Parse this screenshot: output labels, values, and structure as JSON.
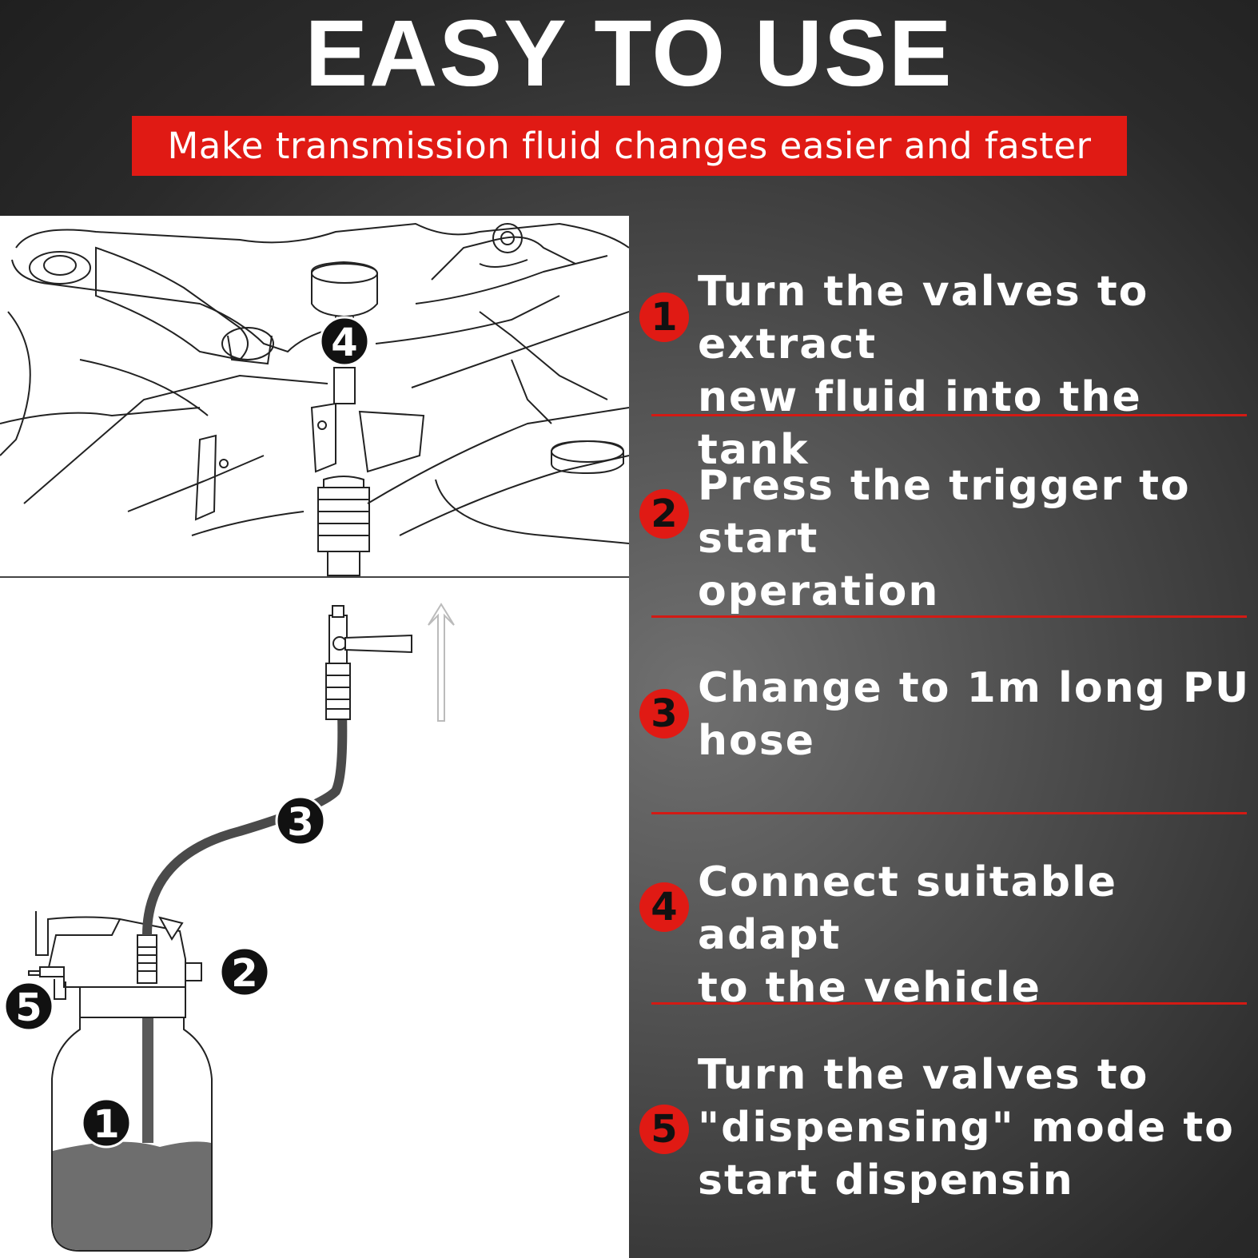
{
  "header": {
    "title": "EASY TO USE",
    "subtitle": "Make transmission fluid changes easier and faster"
  },
  "colors": {
    "accent_red": "#e01a14",
    "text_white": "#ffffff",
    "background_dark": "#2a2a2a"
  },
  "diagram": {
    "markers": [
      "1",
      "2",
      "3",
      "4",
      "5"
    ],
    "tank_fill_level": 0.38
  },
  "steps": [
    {
      "num": "1",
      "text": "Turn the valves to extract\nnew fluid into the tank"
    },
    {
      "num": "2",
      "text": "Press the trigger to start\noperation"
    },
    {
      "num": "3",
      "text": "Change to 1m long PU\nhose"
    },
    {
      "num": "4",
      "text": "Connect suitable adapt\nto the vehicle"
    },
    {
      "num": "5",
      "text": "Turn the valves to\n\"dispensing\" mode to\nstart dispensin"
    }
  ]
}
